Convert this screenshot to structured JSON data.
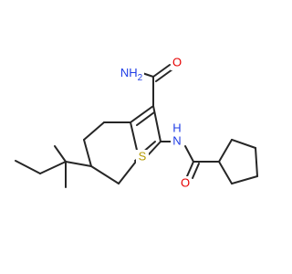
{
  "structure": {
    "labels": {
      "amide_nh2": "NH",
      "amide_nh2_sub": "2",
      "amide_o_top": "O",
      "amide_n": "N",
      "amide_h": "H",
      "amide_o_bottom": "O",
      "sulfur": "S"
    },
    "colors": {
      "bond": "#262626",
      "nitrogen": "#1f3de6",
      "oxygen": "#e60000",
      "sulfur": "#b59a00"
    }
  }
}
